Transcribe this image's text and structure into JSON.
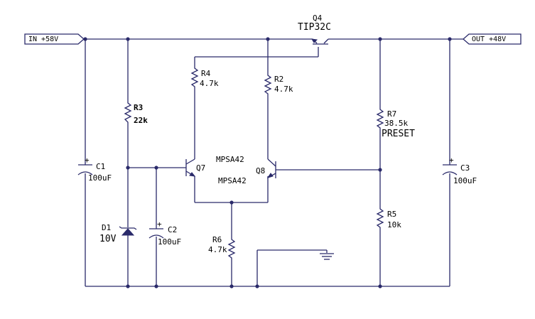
{
  "ports": {
    "input": "IN +58V",
    "output": "OUT +48V"
  },
  "components": {
    "q4": {
      "ref": "Q4",
      "part": "TIP32C"
    },
    "r4": {
      "ref": "R4",
      "value": "4.7k"
    },
    "r2": {
      "ref": "R2",
      "value": "4.7k"
    },
    "r3": {
      "ref": "R3",
      "value": "22k"
    },
    "r7": {
      "ref": "R7",
      "value": "38.5k",
      "note": "PRESET"
    },
    "c1": {
      "ref": "C1",
      "value": "100uF"
    },
    "c2": {
      "ref": "C2",
      "value": "100uF"
    },
    "c3": {
      "ref": "C3",
      "value": "100uF"
    },
    "q7": {
      "ref": "Q7",
      "part": "MPSA42"
    },
    "q8": {
      "ref": "Q8",
      "part": "MPSA42"
    },
    "d1": {
      "ref": "D1",
      "value": "10V"
    },
    "r5": {
      "ref": "R5",
      "value": "10k"
    },
    "r6": {
      "ref": "R6",
      "value": "4.7k"
    }
  }
}
